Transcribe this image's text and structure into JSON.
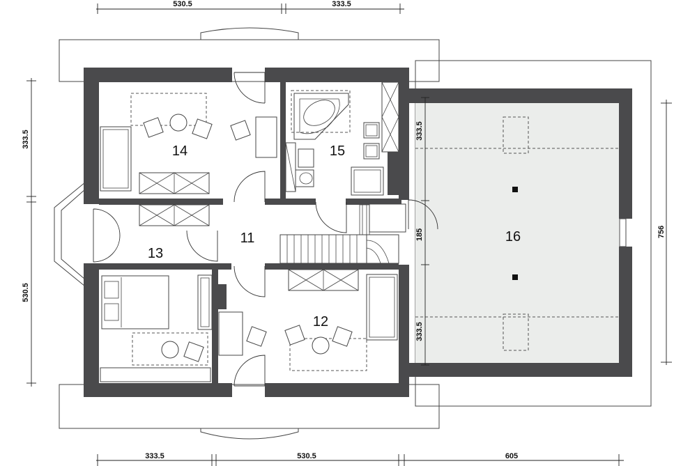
{
  "rooms": {
    "r11": "11",
    "r12": "12",
    "r13": "13",
    "r14": "14",
    "r15": "15",
    "r16": "16"
  },
  "dimensions": {
    "top_left": "530.5",
    "top_right": "333.5",
    "bottom_left": "333.5",
    "bottom_mid": "530.5",
    "bottom_right": "605",
    "left_upper": "333.5",
    "left_lower": "530.5",
    "garage_upper": "333.5",
    "garage_mid": "185",
    "garage_lower": "333.5",
    "right_total": "756"
  },
  "colors": {
    "wall": "#4a4a4c",
    "garage_fill": "#ebedeb",
    "line": "#444444"
  }
}
